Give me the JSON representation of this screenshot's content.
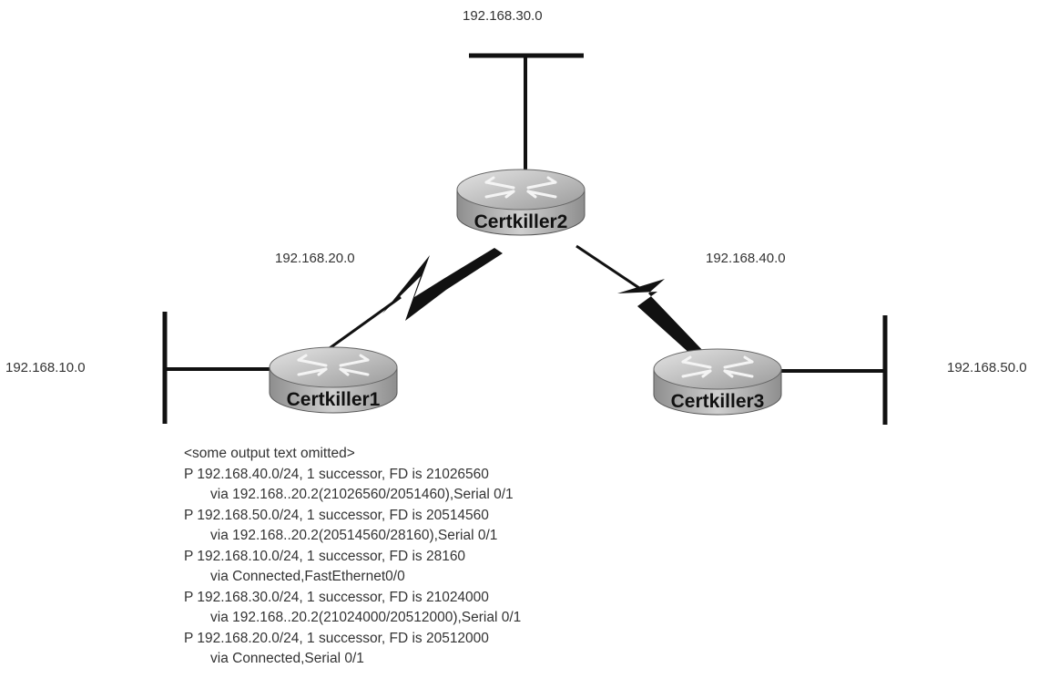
{
  "networks": {
    "top": "192.168.30.0",
    "left_serial": "192.168.20.0",
    "right_serial": "192.168.40.0",
    "left_lan": "192.168.10.0",
    "right_lan": "192.168.50.0"
  },
  "routers": {
    "r1": "Certkiller1",
    "r2": "Certkiller2",
    "r3": "Certkiller3"
  },
  "output": {
    "header": "<some output text omitted>",
    "lines": [
      "P 192.168.40.0/24, 1 successor, FD is 21026560",
      "via 192.168..20.2(21026560/2051460),Serial 0/1",
      "P 192.168.50.0/24, 1 successor, FD is 20514560",
      "via 192.168..20.2(20514560/28160),Serial 0/1",
      "P 192.168.10.0/24, 1 successor, FD is 28160",
      "via Connected,FastEthernet0/0",
      "P 192.168.30.0/24, 1 successor, FD is 21024000",
      "via 192.168..20.2(21024000/20512000),Serial 0/1",
      "P 192.168.20.0/24, 1 successor, FD is 20512000",
      "via Connected,Serial 0/1"
    ]
  },
  "colors": {
    "router_body": "#b9b9b9",
    "router_top": "#d0d0d0",
    "line": "#111111"
  }
}
